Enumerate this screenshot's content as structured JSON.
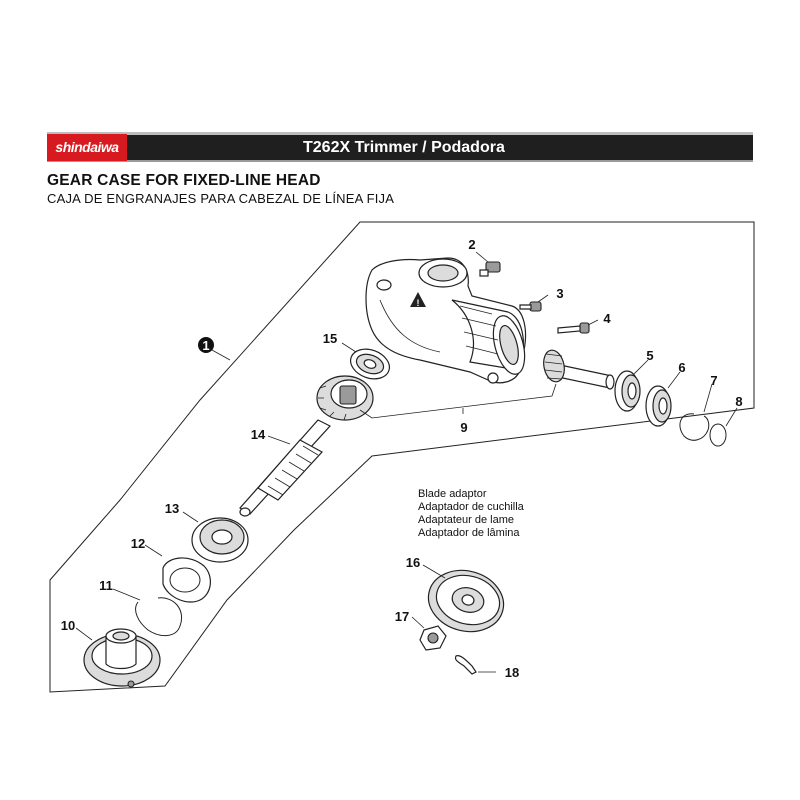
{
  "header": {
    "brand": "shindaiwa",
    "title": "T262X Trimmer / Podadora",
    "brand_color": "#d71920",
    "bar_color": "#1f1f1f"
  },
  "section": {
    "title_en": "GEAR CASE FOR FIXED-LINE HEAD",
    "title_es": "CAJA DE ENGRANAJES PARA CABEZAL DE LÍNEA FIJA"
  },
  "callouts": {
    "assembly": "1",
    "p2": "2",
    "p3": "3",
    "p4": "4",
    "p5": "5",
    "p6": "6",
    "p7": "7",
    "p8": "8",
    "p9": "9",
    "p10": "10",
    "p11": "11",
    "p12": "12",
    "p13": "13",
    "p14": "14",
    "p15": "15",
    "p16": "16",
    "p17": "17",
    "p18": "18"
  },
  "blade_adaptor_note": {
    "line1": "Blade adaptor",
    "line2": "Adaptador de cuchilla",
    "line3": "Adaptateur de lame",
    "line4": "Adaptador de lâmina"
  },
  "icons": {
    "logo": "shindaiwa-logo",
    "warning": "warning-triangle-icon"
  }
}
